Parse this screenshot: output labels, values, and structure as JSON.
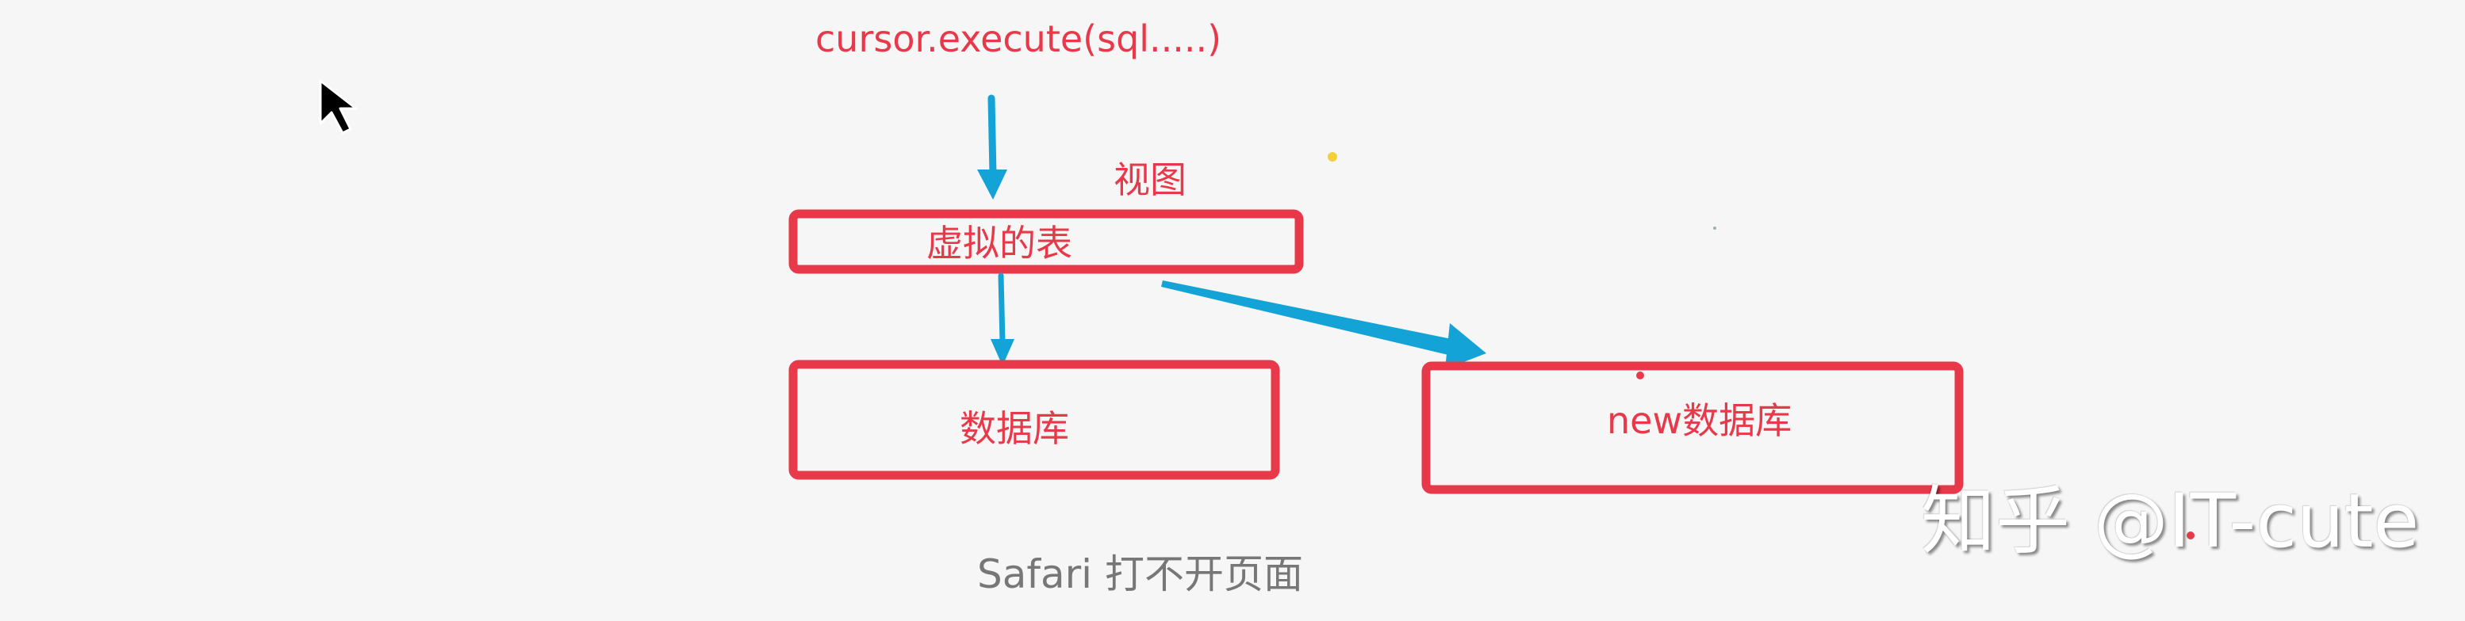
{
  "diagram": {
    "code_text": "cursor.execute(sql.....)",
    "view_text": "视图",
    "virtual_table_text": "虚拟的表",
    "database_text": "数据库",
    "new_database_text": "new数据库",
    "caption_text": "Safari 打不开页面"
  },
  "watermark": {
    "text": "知乎 @IT-cute"
  },
  "colors": {
    "box_border": "#e8394a",
    "arrow": "#13a3d6",
    "text": "#e8394a",
    "caption": "#777777",
    "background": "#f6f6f6",
    "yellow_dot": "#f3cf3c"
  },
  "icons": {
    "cursor": "mouse-pointer-icon"
  }
}
